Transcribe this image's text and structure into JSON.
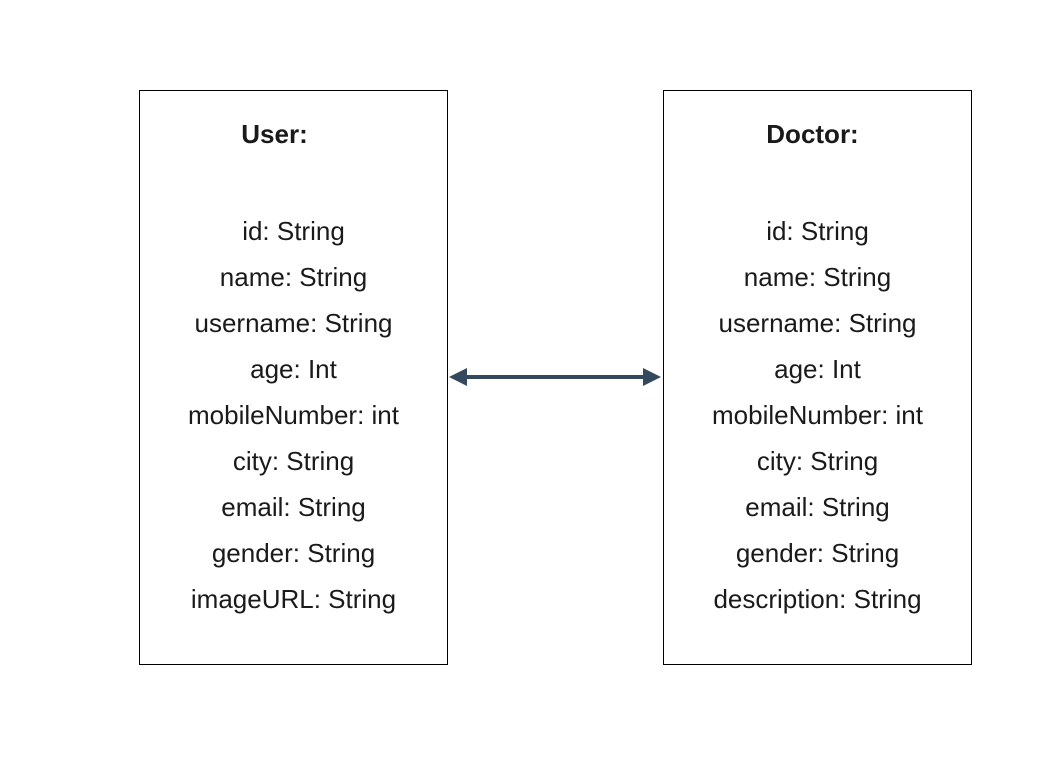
{
  "entities": {
    "user": {
      "title": "User:",
      "fields": [
        "id: String",
        "name: String",
        "username: String",
        "age: Int",
        "mobileNumber: int",
        "city: String",
        "email: String",
        "gender: String",
        "imageURL: String"
      ]
    },
    "doctor": {
      "title": "Doctor:",
      "fields": [
        "id: String",
        "name: String",
        "username: String",
        "age: Int",
        "mobileNumber: int",
        "city: String",
        "email: String",
        "gender: String",
        "description: String"
      ]
    }
  },
  "relation": {
    "type": "bidirectional-arrow",
    "color": "#34495e"
  }
}
